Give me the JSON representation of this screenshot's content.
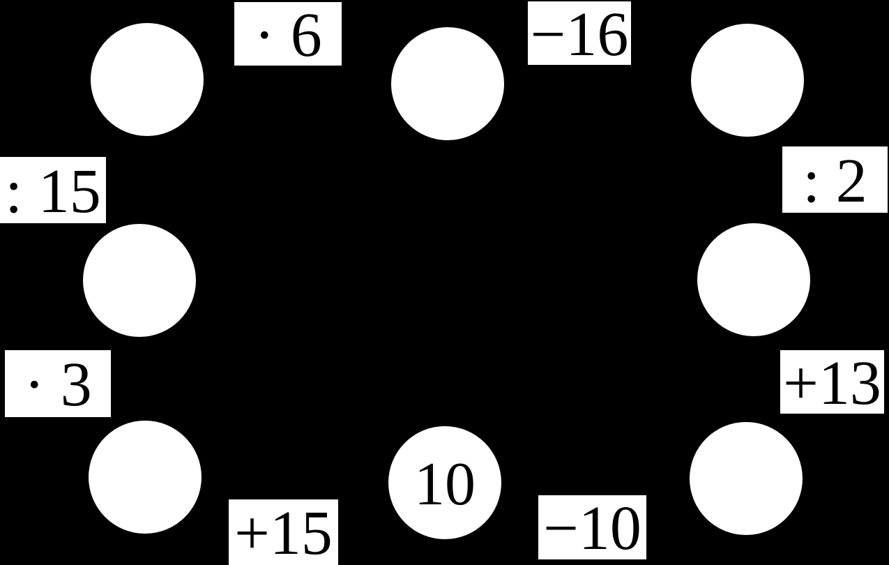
{
  "figure": {
    "type": "number-cycle-worksheet",
    "background_color": "#000000",
    "node_color": "#ffffff",
    "text_color": "#000000",
    "start_value": "10"
  },
  "circles": [
    {
      "id": "top-left",
      "value": ""
    },
    {
      "id": "top-middle",
      "value": ""
    },
    {
      "id": "top-right",
      "value": ""
    },
    {
      "id": "right-middle",
      "value": ""
    },
    {
      "id": "bottom-right",
      "value": ""
    },
    {
      "id": "bottom-middle",
      "value": "10"
    },
    {
      "id": "bottom-left",
      "value": ""
    },
    {
      "id": "left-middle",
      "value": ""
    }
  ],
  "operations": [
    {
      "id": "multiply-6",
      "text": "· 6"
    },
    {
      "id": "minus-16",
      "text": "−16"
    },
    {
      "id": "divide-2",
      "text": ": 2"
    },
    {
      "id": "plus-13",
      "text": "+13"
    },
    {
      "id": "minus-10",
      "text": "−10"
    },
    {
      "id": "plus-15",
      "text": "+15"
    },
    {
      "id": "multiply-3",
      "text": "· 3"
    },
    {
      "id": "divide-15",
      "text": ": 15"
    }
  ]
}
